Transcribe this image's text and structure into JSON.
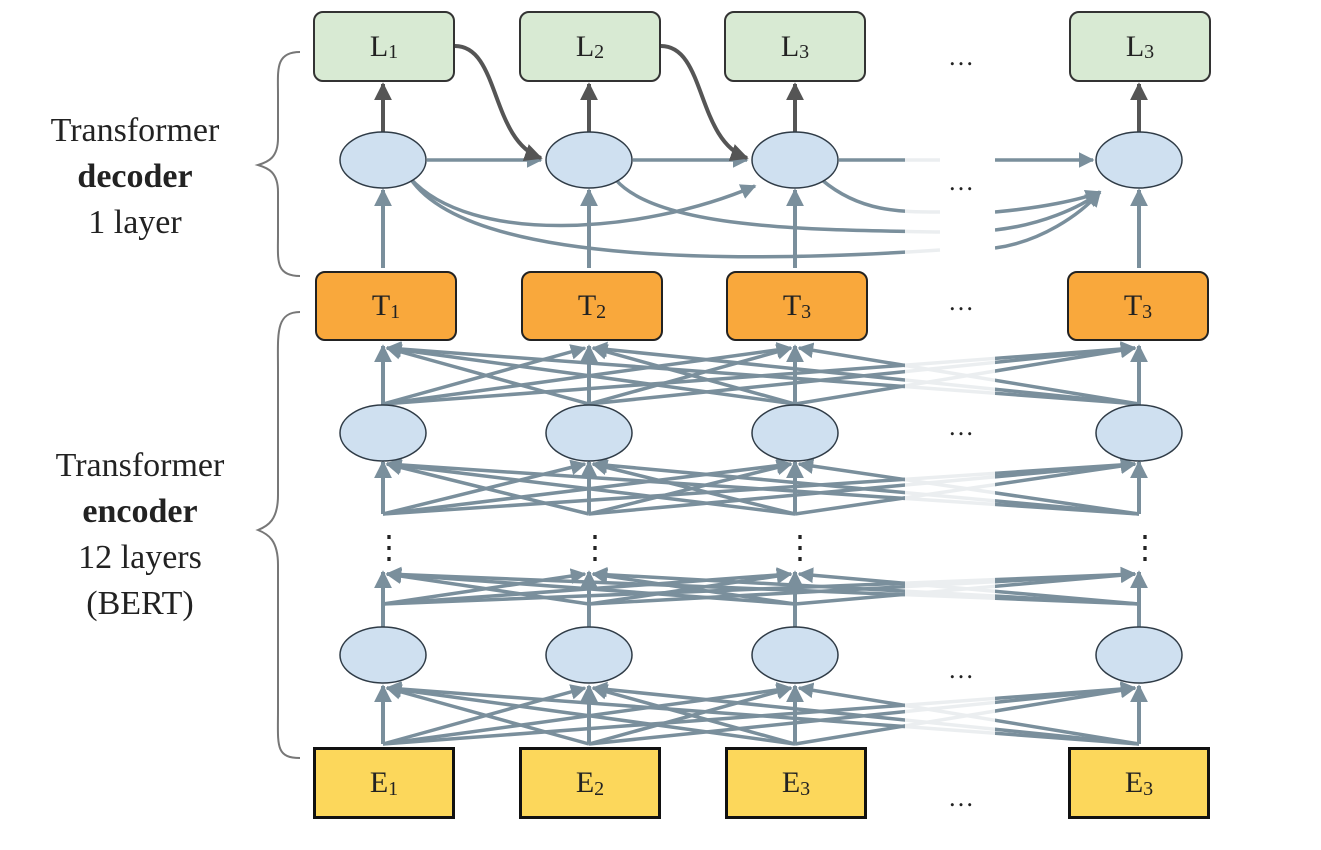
{
  "decoder_label": {
    "line1": "Transformer",
    "line2": "decoder",
    "line3": "1 layer"
  },
  "encoder_label": {
    "line1": "Transformer",
    "line2": "encoder",
    "line3": "12 layers",
    "line4": "(BERT)"
  },
  "columns": [
    {
      "L": "L",
      "L_sub": "1",
      "T": "T",
      "T_sub": "1",
      "E": "E",
      "E_sub": "1"
    },
    {
      "L": "L",
      "L_sub": "2",
      "T": "T",
      "T_sub": "2",
      "E": "E",
      "E_sub": "2"
    },
    {
      "L": "L",
      "L_sub": "3",
      "T": "T",
      "T_sub": "3",
      "E": "E",
      "E_sub": "3"
    },
    {
      "L": "L",
      "L_sub": "3",
      "T": "T",
      "T_sub": "3",
      "E": "E",
      "E_sub": "3"
    }
  ],
  "ellipsis": "…",
  "vertical_dots": "⋮",
  "colors": {
    "output_box": "#d8ead3",
    "hidden_box": "#f9a83c",
    "embedding_box": "#fcd75b",
    "node": "#cfe0f0",
    "connection": "#7a8f9c",
    "decoder_arrow": "#555555"
  }
}
